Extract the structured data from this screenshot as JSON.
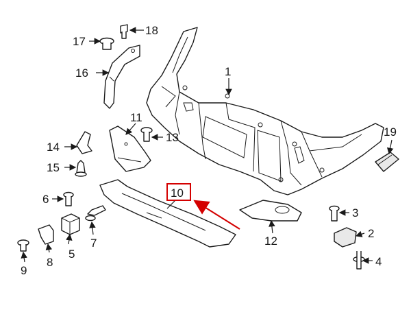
{
  "callouts": {
    "c1": "1",
    "c2": "2",
    "c3": "3",
    "c4": "4",
    "c5": "5",
    "c6": "6",
    "c7": "7",
    "c8": "8",
    "c9": "9",
    "c10": "10",
    "c11": "11",
    "c12": "12",
    "c13": "13",
    "c14": "14",
    "c15": "15",
    "c16": "16",
    "c17": "17",
    "c18": "18",
    "c19": "19"
  },
  "highlight": {
    "callout": "10",
    "color": "#d40000"
  },
  "colors": {
    "line": "#1a1a1a",
    "background": "#ffffff",
    "shade": "#e9e9e9"
  }
}
